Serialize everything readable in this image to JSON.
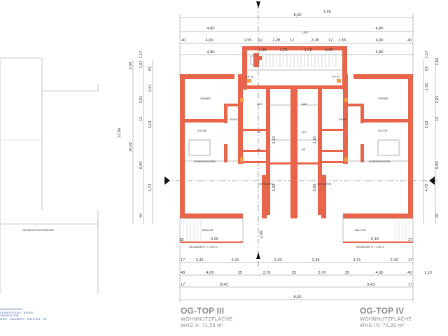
{
  "units": [
    {
      "title": "OG-TOP III",
      "label": "WOHNNUTZFLÄCHE",
      "area": "WHG X:  71,26 m²"
    },
    {
      "title": "OG-TOP IV",
      "label": "WOHNNUTZFLÄCHE",
      "area": "WHG IX:  71,26 m²"
    }
  ],
  "logo_lines": [
    "PLANUNGSBÜRO",
    "GRUNDSTÜCKE · BAUEN · VERWALTUNG",
    "WIEN · SALZBURG · KÄRNTEN · NÖ"
  ],
  "dimensions": {
    "top": {
      "overall": "8,60",
      "small_top": "1,65",
      "row1": [
        "4,80",
        "4,80"
      ],
      "row2": [
        "40",
        "4,00",
        "1,55",
        "12",
        "2,28",
        "12",
        "2,28",
        "12",
        "1,55",
        "4,00",
        "40"
      ],
      "row3": [
        "4,80",
        "1,30",
        "1,75",
        "1,79",
        "1,30",
        "4,80"
      ],
      "left_vertical": [
        "2,04",
        "1,64",
        "1,17",
        "87",
        "1,91",
        "2,81",
        "12",
        "3,18",
        "6,89",
        "4,72",
        "40"
      ],
      "left_outer": [
        "12,66",
        "10,62"
      ],
      "right_vertical": [
        "1,17",
        "1,64",
        "87",
        "1,91",
        "2,81",
        "12",
        "3,18",
        "6,89",
        "4,72",
        "40"
      ]
    },
    "bottom": {
      "row1": [
        "17",
        "2,42",
        "3,31",
        "2,49",
        "2,49",
        "3,31",
        "2,42",
        "17"
      ],
      "row2": [
        "40",
        "4,00",
        "25",
        "3,70",
        "25",
        "3,70",
        "25",
        "4,00",
        "40",
        "1,10"
      ],
      "row3": [
        "17",
        "8,43",
        "8,43",
        "17"
      ],
      "overall": "8,60",
      "middle_vertical": [
        "2,00",
        "3,60",
        "3,60",
        "1,10",
        "1,10"
      ],
      "balcony_depth": [
        "5,00",
        "5,18"
      ],
      "corner": [
        "18",
        "17"
      ]
    }
  },
  "rooms": {
    "left": [
      "ZIMMER",
      "KÜCHE",
      "WOHNEN/ESSEN",
      "FR/AR",
      "BAD",
      "WC",
      "AR",
      "SCHLAFEN",
      "BALKON"
    ],
    "right": [
      "ZIMMER",
      "KÜCHE",
      "WOHNEN/ESSEN",
      "FR/AR",
      "BAD",
      "WC",
      "AR",
      "SCHLAFEN",
      "BALKON"
    ],
    "stair": [
      "TOP III",
      "TOP IV"
    ]
  },
  "labels": {
    "lift": "LIFT",
    "section": "GELÄNDER H = 1,00 m",
    "side_note": "GRUNDSTÜCKSGRENZE"
  }
}
